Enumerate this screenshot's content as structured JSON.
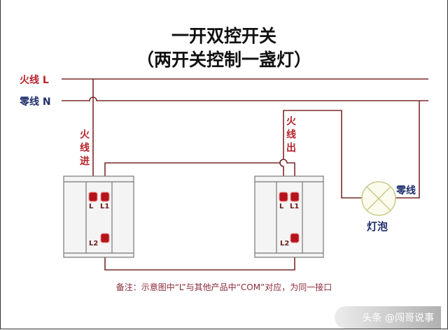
{
  "title": "一开双控开关",
  "subtitle": "（两开关控制一盏灯）",
  "lines": {
    "live": "火线",
    "live_code": "L",
    "neutral": "零线",
    "neutral_code": "N"
  },
  "labels": {
    "live_in": "火线进",
    "live_out": "火线出",
    "neutral": "零线",
    "bulb": "灯泡"
  },
  "terminals": {
    "l": "L",
    "l1": "L1",
    "l2": "L2"
  },
  "note": "备注：示意图中“L”与其他产品中“COM”对应，为同一接口",
  "watermark": "头条 @闯哥说事",
  "colors": {
    "wire": "#8b2020",
    "terminal": "#b3141b",
    "neutral_text": "#1f2f6e"
  }
}
